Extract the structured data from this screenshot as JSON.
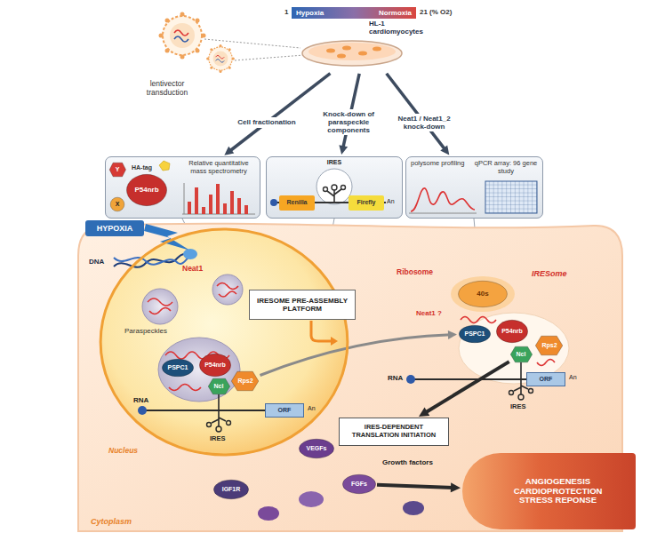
{
  "diagram": {
    "nodes": [
      {
        "text": [
          "Hypoxia",
          "Normoxia"
        ]
      },
      {
        "text": [
          "HL-1 cardiomyocytes"
        ]
      },
      {
        "text": [
          "Relative quantitative mass spectrometry"
        ]
      },
      {
        "text": [
          "Y"
        ],
        "in": 2
      },
      {
        "text": [
          "X"
        ],
        "in": 2
      },
      {
        "text": [
          "P54nrb"
        ],
        "in": 2
      },
      {
        "text": [
          "IRES"
        ]
      },
      {
        "text": [
          "Renilla"
        ],
        "in": 6
      },
      {
        "text": [
          "Firefly"
        ],
        "in": 6
      },
      {
        "text": [
          "polysome profiling",
          "qPCR array: 96 gene study"
        ]
      },
      {
        "text": [
          "HYPOXIA"
        ]
      },
      {
        "text": [
          "Cytoplasm"
        ]
      },
      {
        "text": [
          "Nucleus"
        ],
        "in": 11
      },
      {
        "text": [
          "IRESOME PRE-ASSEMBLY PLATFORM"
        ],
        "in": 11
      },
      {
        "text": [
          "PSPC1"
        ],
        "in": 12
      },
      {
        "text": [
          "P54nrb"
        ],
        "in": 12
      },
      {
        "text": [
          "Rps2"
        ],
        "in": 12
      },
      {
        "text": [
          "Ncl"
        ],
        "in": 12
      },
      {
        "text": [
          "ORF"
        ],
        "in": 12
      },
      {
        "text": [
          "40s"
        ],
        "in": 11
      },
      {
        "text": [
          "PSPC1"
        ],
        "in": 11
      },
      {
        "text": [
          "P54nrb"
        ],
        "in": 11
      },
      {
        "text": [
          "Ncl"
        ],
        "in": 11
      },
      {
        "text": [
          "Rps2"
        ],
        "in": 11
      },
      {
        "text": [
          "ORF"
        ],
        "in": 11
      },
      {
        "text": [
          "IRES-DEPENDENT TRANSLATION INITIATION"
        ],
        "in": 11
      },
      {
        "text": [
          "VEGFs"
        ],
        "in": 11
      },
      {
        "text": [
          "IGF1R"
        ],
        "in": 11
      },
      {
        "text": [
          "FGFs"
        ],
        "in": 11
      },
      {
        "text": [
          "ANGIOGENESIS",
          "CARDIOPROTECTION",
          "STRESS REPONSE"
        ]
      }
    ],
    "edges": [
      {
        "from": 1,
        "to": 2,
        "label": "Cell fractionation",
        "arrow": "to"
      },
      {
        "from": 1,
        "to": 6,
        "label": "Knock-down of paraspeckle components",
        "arrow": "to"
      },
      {
        "from": 1,
        "to": 9,
        "label": "Neat1 / Neat1_2 knock-down",
        "arrow": "to"
      },
      {
        "from": 16,
        "to": 20,
        "arrow": "to"
      },
      {
        "from": 22,
        "to": 25,
        "arrow": "to"
      },
      {
        "from": 28,
        "to": 29,
        "arrow": "to"
      }
    ],
    "labels": [
      "lentivector transduction",
      "1",
      "21 (% O2)",
      "HA-tag",
      "An",
      "DNA",
      "Neat1",
      "Paraspeckles",
      "RNA",
      "An",
      "IRES",
      "Ribosome",
      "IRESome",
      "Neat1 ?",
      "RNA",
      "An",
      "IRES",
      "Growth factors"
    ]
  }
}
